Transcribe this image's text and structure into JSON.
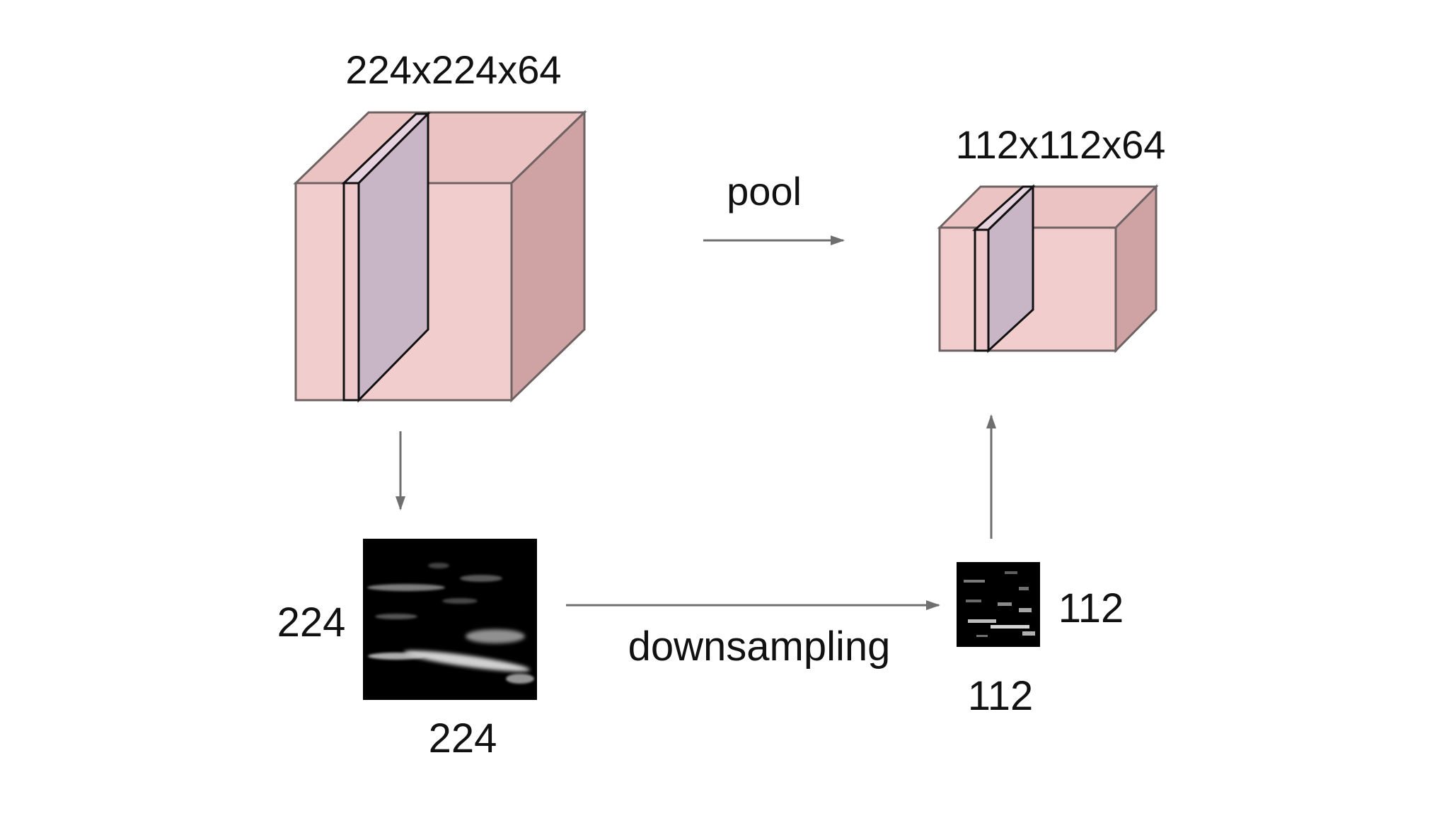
{
  "labels": {
    "large_volume_dims": "224x224x64",
    "small_volume_dims": "112x112x64",
    "pool": "pool",
    "downsampling": "downsampling",
    "large_map_height": "224",
    "large_map_width": "224",
    "small_map_height": "112",
    "small_map_width": "112"
  },
  "colors": {
    "cube_front": "#f2cdcd",
    "cube_top": "#ecc3c3",
    "cube_side": "#cfa3a3",
    "cube_edge": "#6e6262",
    "slice_face": "#c8b6c6",
    "arrow": "#6f6f6f",
    "feature_map_bg": "#000000"
  }
}
